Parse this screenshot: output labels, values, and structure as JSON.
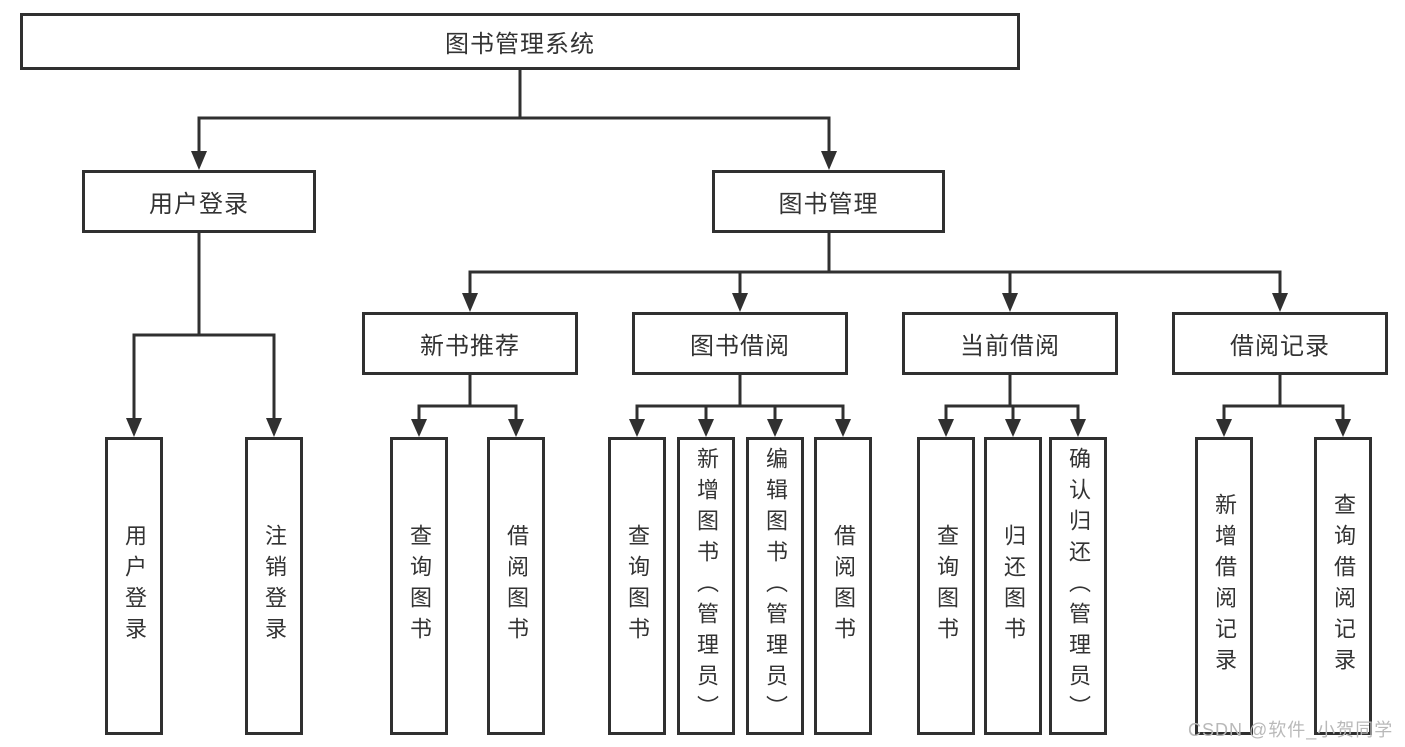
{
  "diagram": {
    "root": {
      "label": "图书管理系统",
      "children": [
        {
          "label": "用户登录",
          "children": [
            {
              "label": "用户登录"
            },
            {
              "label": "注销登录"
            }
          ]
        },
        {
          "label": "图书管理",
          "children": [
            {
              "label": "新书推荐",
              "children": [
                {
                  "label": "查询图书"
                },
                {
                  "label": "借阅图书"
                }
              ]
            },
            {
              "label": "图书借阅",
              "children": [
                {
                  "label": "查询图书"
                },
                {
                  "label": "新增图书（管理员）"
                },
                {
                  "label": "编辑图书（管理员）"
                },
                {
                  "label": "借阅图书"
                }
              ]
            },
            {
              "label": "当前借阅",
              "children": [
                {
                  "label": "查询图书"
                },
                {
                  "label": "归还图书"
                },
                {
                  "label": "确认归还（管理员）"
                }
              ]
            },
            {
              "label": "借阅记录",
              "children": [
                {
                  "label": "新增借阅记录"
                },
                {
                  "label": "查询借阅记录"
                }
              ]
            }
          ]
        }
      ]
    },
    "line_color": "#303030",
    "background_color": "#ffffff"
  },
  "watermark": {
    "text": "CSDN @软件_小贺同学"
  }
}
